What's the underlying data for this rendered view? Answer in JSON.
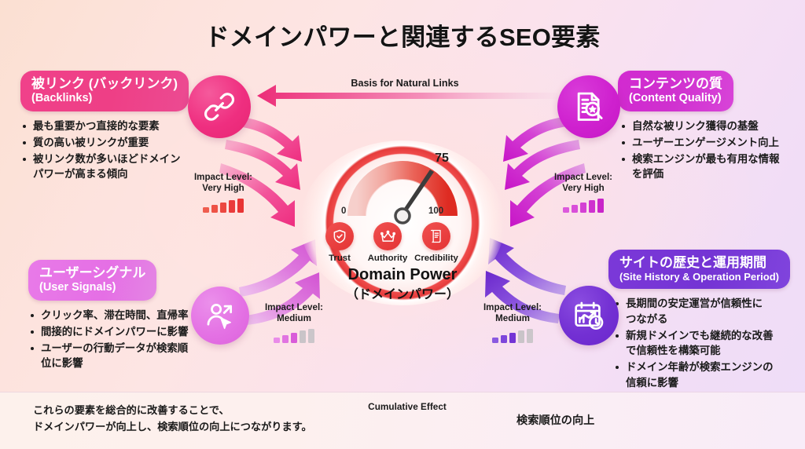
{
  "title": "ドメインパワーと関連するSEO要素",
  "colors": {
    "backlinks": "#ee3f86",
    "content_quality": "#cf21cf",
    "user_signals": "#e472e4",
    "site_history": "#7330d3",
    "gauge_red": "#e43434"
  },
  "cards": {
    "backlinks": {
      "title_jp": "被リンク (バックリンク)",
      "title_en": "(Backlinks)",
      "bullets": [
        "最も重要かつ直接的な要素",
        "質の高い被リンクが重要",
        "被リンク数が多いほどドメイン\nパワーが高まる傾向"
      ],
      "impact_label": "Impact Level:",
      "impact_value": "Very High",
      "impact_filled": 5,
      "icon": "link-chain-icon"
    },
    "content_quality": {
      "title_jp": "コンテンツの質",
      "title_en": "(Content Quality)",
      "bullets": [
        "自然な被リンク獲得の基盤",
        "ユーザーエンゲージメント向上",
        "検索エンジンが最も有用な情報\nを評価"
      ],
      "impact_label": "Impact Level:",
      "impact_value": "Very High",
      "impact_filled": 5,
      "icon": "document-search-star-icon"
    },
    "user_signals": {
      "title_jp": "ユーザーシグナル",
      "title_en": "(User Signals)",
      "bullets": [
        "クリック率、滞在時間、直帰率",
        "間接的にドメインパワーに影響",
        "ユーザーの行動データが検索順\n位に影響"
      ],
      "impact_label": "Impact Level:",
      "impact_value": "Medium",
      "impact_filled": 3,
      "icon": "user-cursor-icon"
    },
    "site_history": {
      "title_jp": "サイトの歴史と運用期間",
      "title_en": "(Site History & Operation Period)",
      "bullets": [
        "長期間の安定運営が信頼性に\nつながる",
        "新規ドメインでも継続的な改善\nで信頼性を構築可能",
        "ドメイン年齢が検索エンジンの\n信頼に影響"
      ],
      "impact_label": "Impact Level:",
      "impact_value": "Medium",
      "impact_filled": 3,
      "icon": "calendar-chart-clock-icon"
    }
  },
  "center": {
    "gauge_value": "75",
    "gauge_min": "0",
    "gauge_max": "100",
    "name_en": "Domain Power",
    "name_jp": "（ドメインパワー）",
    "pillars": [
      {
        "label": "Trust",
        "icon": "shield-check-icon"
      },
      {
        "label": "Authority",
        "icon": "crown-icon"
      },
      {
        "label": "Credibility",
        "icon": "certificate-scroll-icon"
      }
    ]
  },
  "connectors": {
    "natural_links_label": "Basis for Natural Links"
  },
  "footer": {
    "summary_line1": "これらの要素を総合的に改善することで、",
    "summary_line2": "ドメインパワーが向上し、検索順位の向上につながります。",
    "cumulative_label": "Cumulative Effect",
    "result_label": "検索順位の向上",
    "result_icon": "growth-bar-chart-icon"
  },
  "chart_data": {
    "type": "gauge",
    "title": "Domain Power",
    "value": 75,
    "ylim": [
      0,
      100
    ],
    "tick_labels": [
      "0",
      "100"
    ],
    "value_label": "75",
    "components": [
      "Trust",
      "Authority",
      "Credibility"
    ],
    "factors": [
      {
        "name": "被リンク (バックリンク) / Backlinks",
        "impact": "Very High",
        "level": 5,
        "max_level": 5
      },
      {
        "name": "コンテンツの質 / Content Quality",
        "impact": "Very High",
        "level": 5,
        "max_level": 5
      },
      {
        "name": "ユーザーシグナル / User Signals",
        "impact": "Medium",
        "level": 3,
        "max_level": 5
      },
      {
        "name": "サイトの歴史と運用期間 / Site History & Operation Period",
        "impact": "Medium",
        "level": 3,
        "max_level": 5
      }
    ]
  }
}
